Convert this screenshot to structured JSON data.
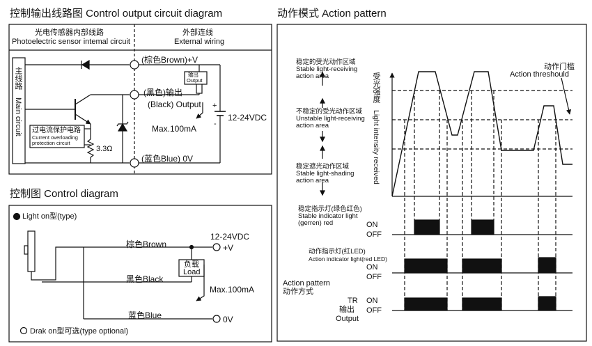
{
  "headings": {
    "circuit": "控制输出线路图 Control output circuit diagram",
    "pattern": "动作模式 Action pattern",
    "control": "控制图 Control diagram"
  },
  "circuit": {
    "internal_zh": "光电传感器内部线路",
    "internal_en": "Photoelectric sensor intemal circuit",
    "external_zh": "外部连线",
    "external_en": "External wiring",
    "main_zh": "主线路",
    "main_en": "Main circuit",
    "overload_zh": "过电流保护电路",
    "overload_en1": "Current overloading",
    "overload_en2": "protection circuit",
    "resistor": "3.3Ω",
    "brown": "(棕色Brown)+V",
    "black_zh": "(黑色)输出",
    "black_en": "(Black) Output",
    "out_box_zh": "输出",
    "out_box_en": "Output",
    "max": "Max.100mA",
    "voltage": "12-24VDC",
    "plus": "+",
    "minus": "-",
    "blue": "(蓝色Blue) 0V"
  },
  "control": {
    "light_on": "Light on型(type)",
    "brown": "棕色Brown",
    "voltage": "12-24VDC",
    "plus_v": "+V",
    "load_zh": "负载",
    "load_en": "Load",
    "black": "黑色Black",
    "max": "Max.100mA",
    "blue": "蓝色Blue",
    "zero_v": "0V",
    "dark_on": "Drak on型可选(type optional)"
  },
  "pattern": {
    "stable_recv_zh": "稳定的受光动作区域",
    "stable_recv_en1": "Stable light-receiving",
    "stable_recv_en2": "action area",
    "unstable_zh": "不稳定的受光动作区域",
    "unstable_en1": "Unstable light-receiving",
    "unstable_en2": "action area",
    "stable_shade_zh": "稳定遮光动作区域",
    "stable_shade_en1": "Stable light-shading",
    "stable_shade_en2": "action area",
    "axis_zh": "受光强度",
    "axis_en": "Light intensity received",
    "threshold_zh": "动作门槛",
    "threshold_en": "Action threshould",
    "ind_zh": "稳定指示灯(绿色红色)",
    "ind_en1": "Stable indicator light",
    "ind_en2": "(gerren) red",
    "act_zh": "动作指示灯(红LED)",
    "act_en": "Action indicator light(red LED)",
    "ap_en": "Action pattern",
    "ap_zh": "动作方式",
    "tr": "TR",
    "out_zh": "输出",
    "out_en": "Output",
    "on": "ON",
    "off": "OFF"
  }
}
